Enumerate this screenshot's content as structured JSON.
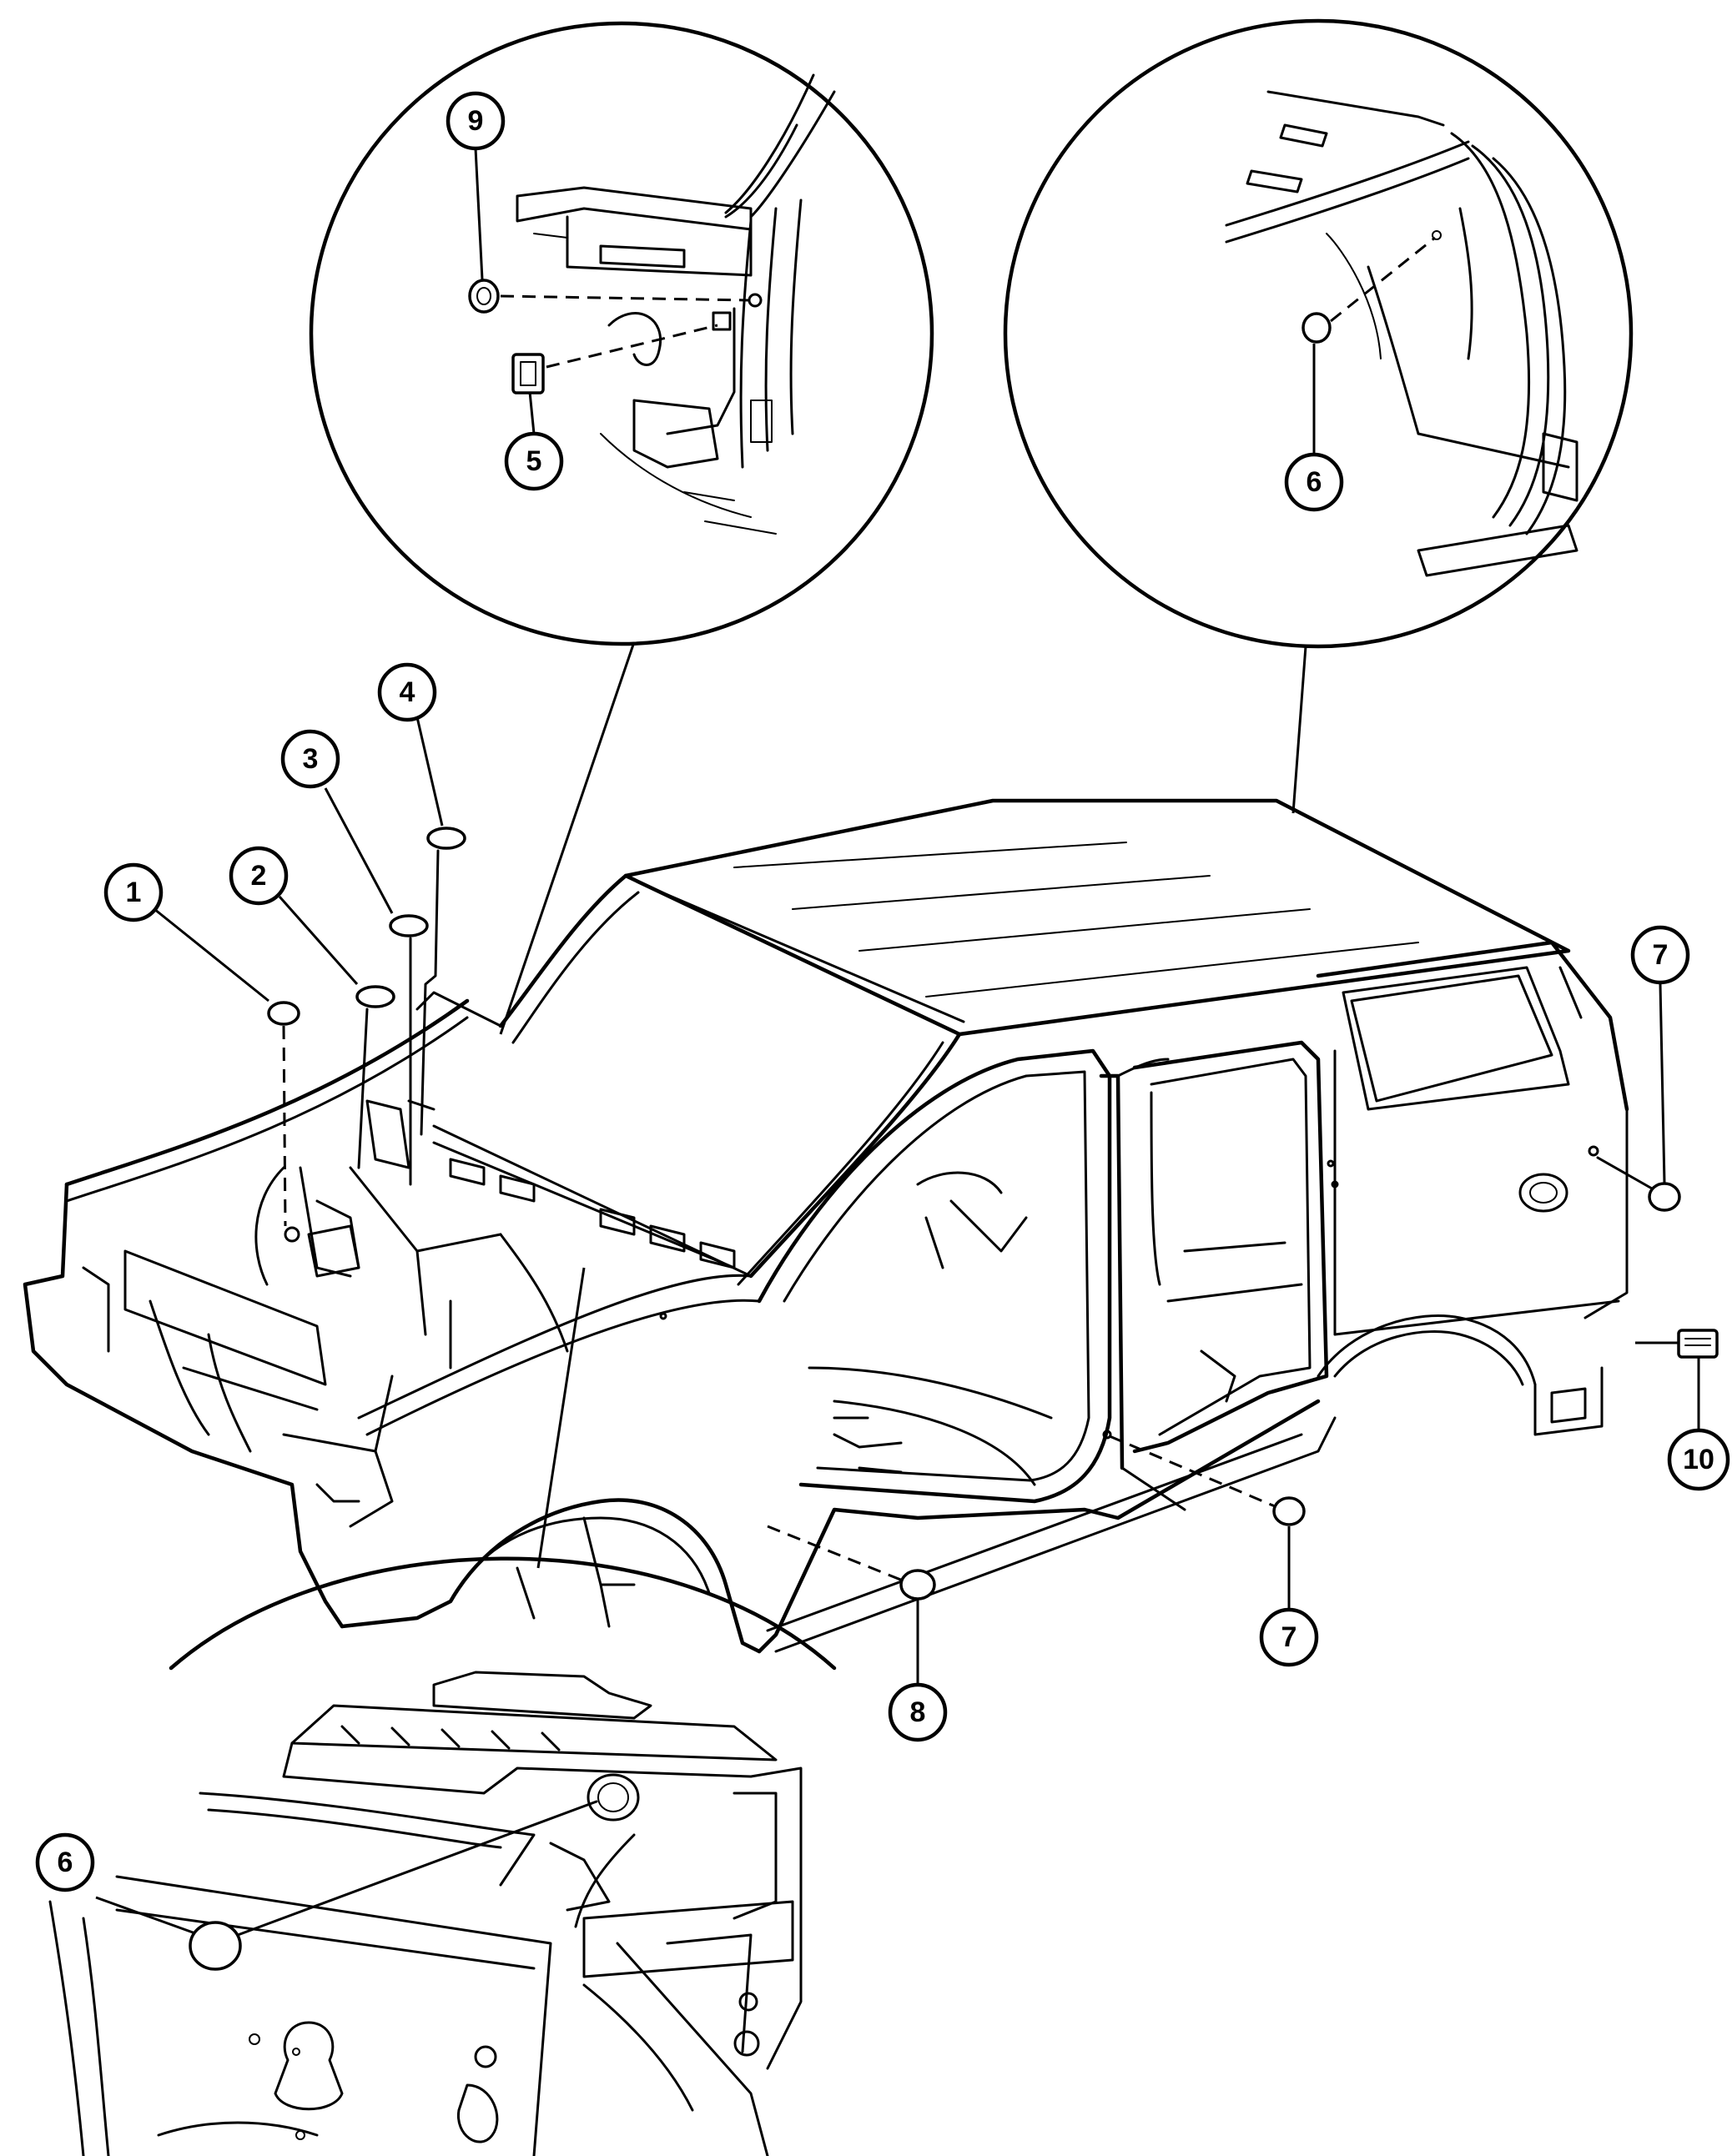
{
  "callouts": [
    {
      "id": "callout-1",
      "label": "1"
    },
    {
      "id": "callout-2",
      "label": "2"
    },
    {
      "id": "callout-3",
      "label": "3"
    },
    {
      "id": "callout-4",
      "label": "4"
    },
    {
      "id": "callout-5",
      "label": "5"
    },
    {
      "id": "callout-6-top",
      "label": "6"
    },
    {
      "id": "callout-6-bottom",
      "label": "6"
    },
    {
      "id": "callout-7-rear",
      "label": "7"
    },
    {
      "id": "callout-7-sill",
      "label": "7"
    },
    {
      "id": "callout-8",
      "label": "8"
    },
    {
      "id": "callout-9",
      "label": "9"
    },
    {
      "id": "callout-10",
      "label": "10"
    }
  ],
  "colors": {
    "ink": "#000000",
    "paper": "#ffffff"
  }
}
